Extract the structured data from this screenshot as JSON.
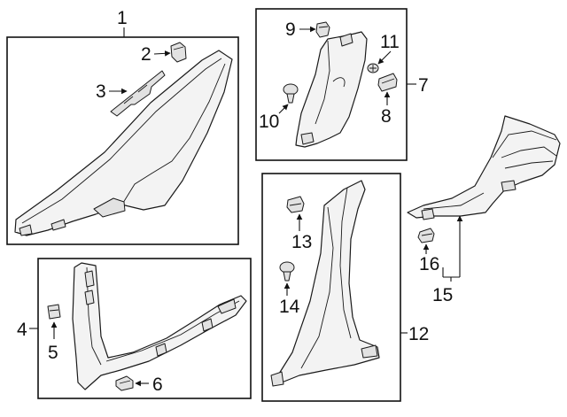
{
  "callouts": {
    "n1": "1",
    "n2": "2",
    "n3": "3",
    "n4": "4",
    "n5": "5",
    "n6": "6",
    "n7": "7",
    "n8": "8",
    "n9": "9",
    "n10": "10",
    "n11": "11",
    "n12": "12",
    "n13": "13",
    "n14": "14",
    "n15": "15",
    "n16": "16"
  },
  "colors": {
    "line": "#111111",
    "part_fill": "#f3f3f3",
    "background": "#ffffff"
  }
}
